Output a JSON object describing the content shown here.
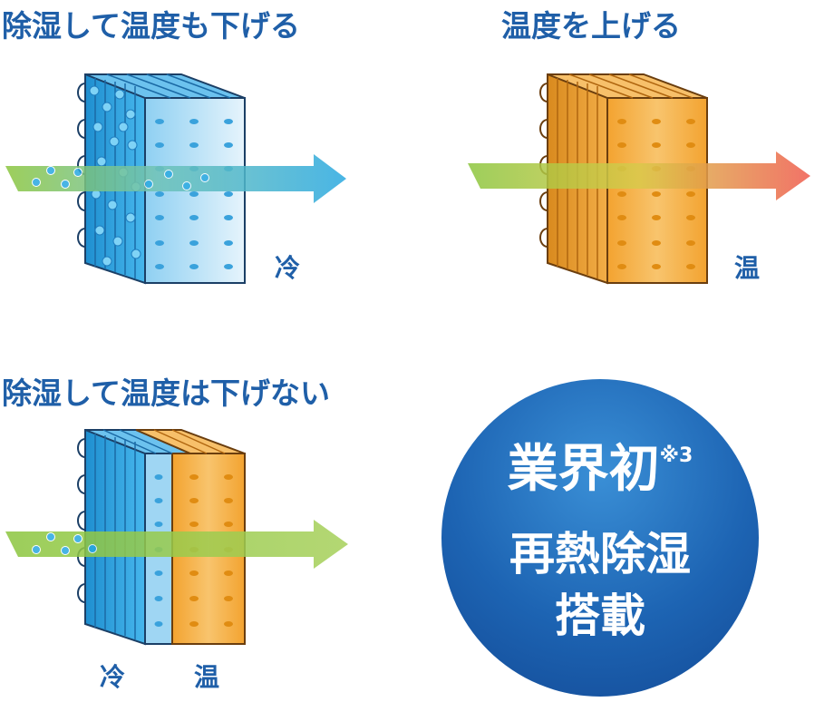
{
  "headings": {
    "cool_dehumidify": "除湿して温度も下げる",
    "heat": "温度を上げる",
    "reheat_dehumidify": "除湿して温度は下げない"
  },
  "labels": {
    "cold": "冷",
    "warm": "温"
  },
  "badge": {
    "line1": "業界初",
    "note": "※3",
    "line2": "再熱除湿",
    "line3": "搭載"
  },
  "colors": {
    "text_blue": "#1f5fa8",
    "coil_blue": "#3ab0ea",
    "coil_orange": "#f0a537",
    "arrow_green": "#8cc63f",
    "arrow_cyan": "#29a8e0",
    "arrow_red": "#ef5a4c",
    "badge_blue": "#1d64b3"
  }
}
